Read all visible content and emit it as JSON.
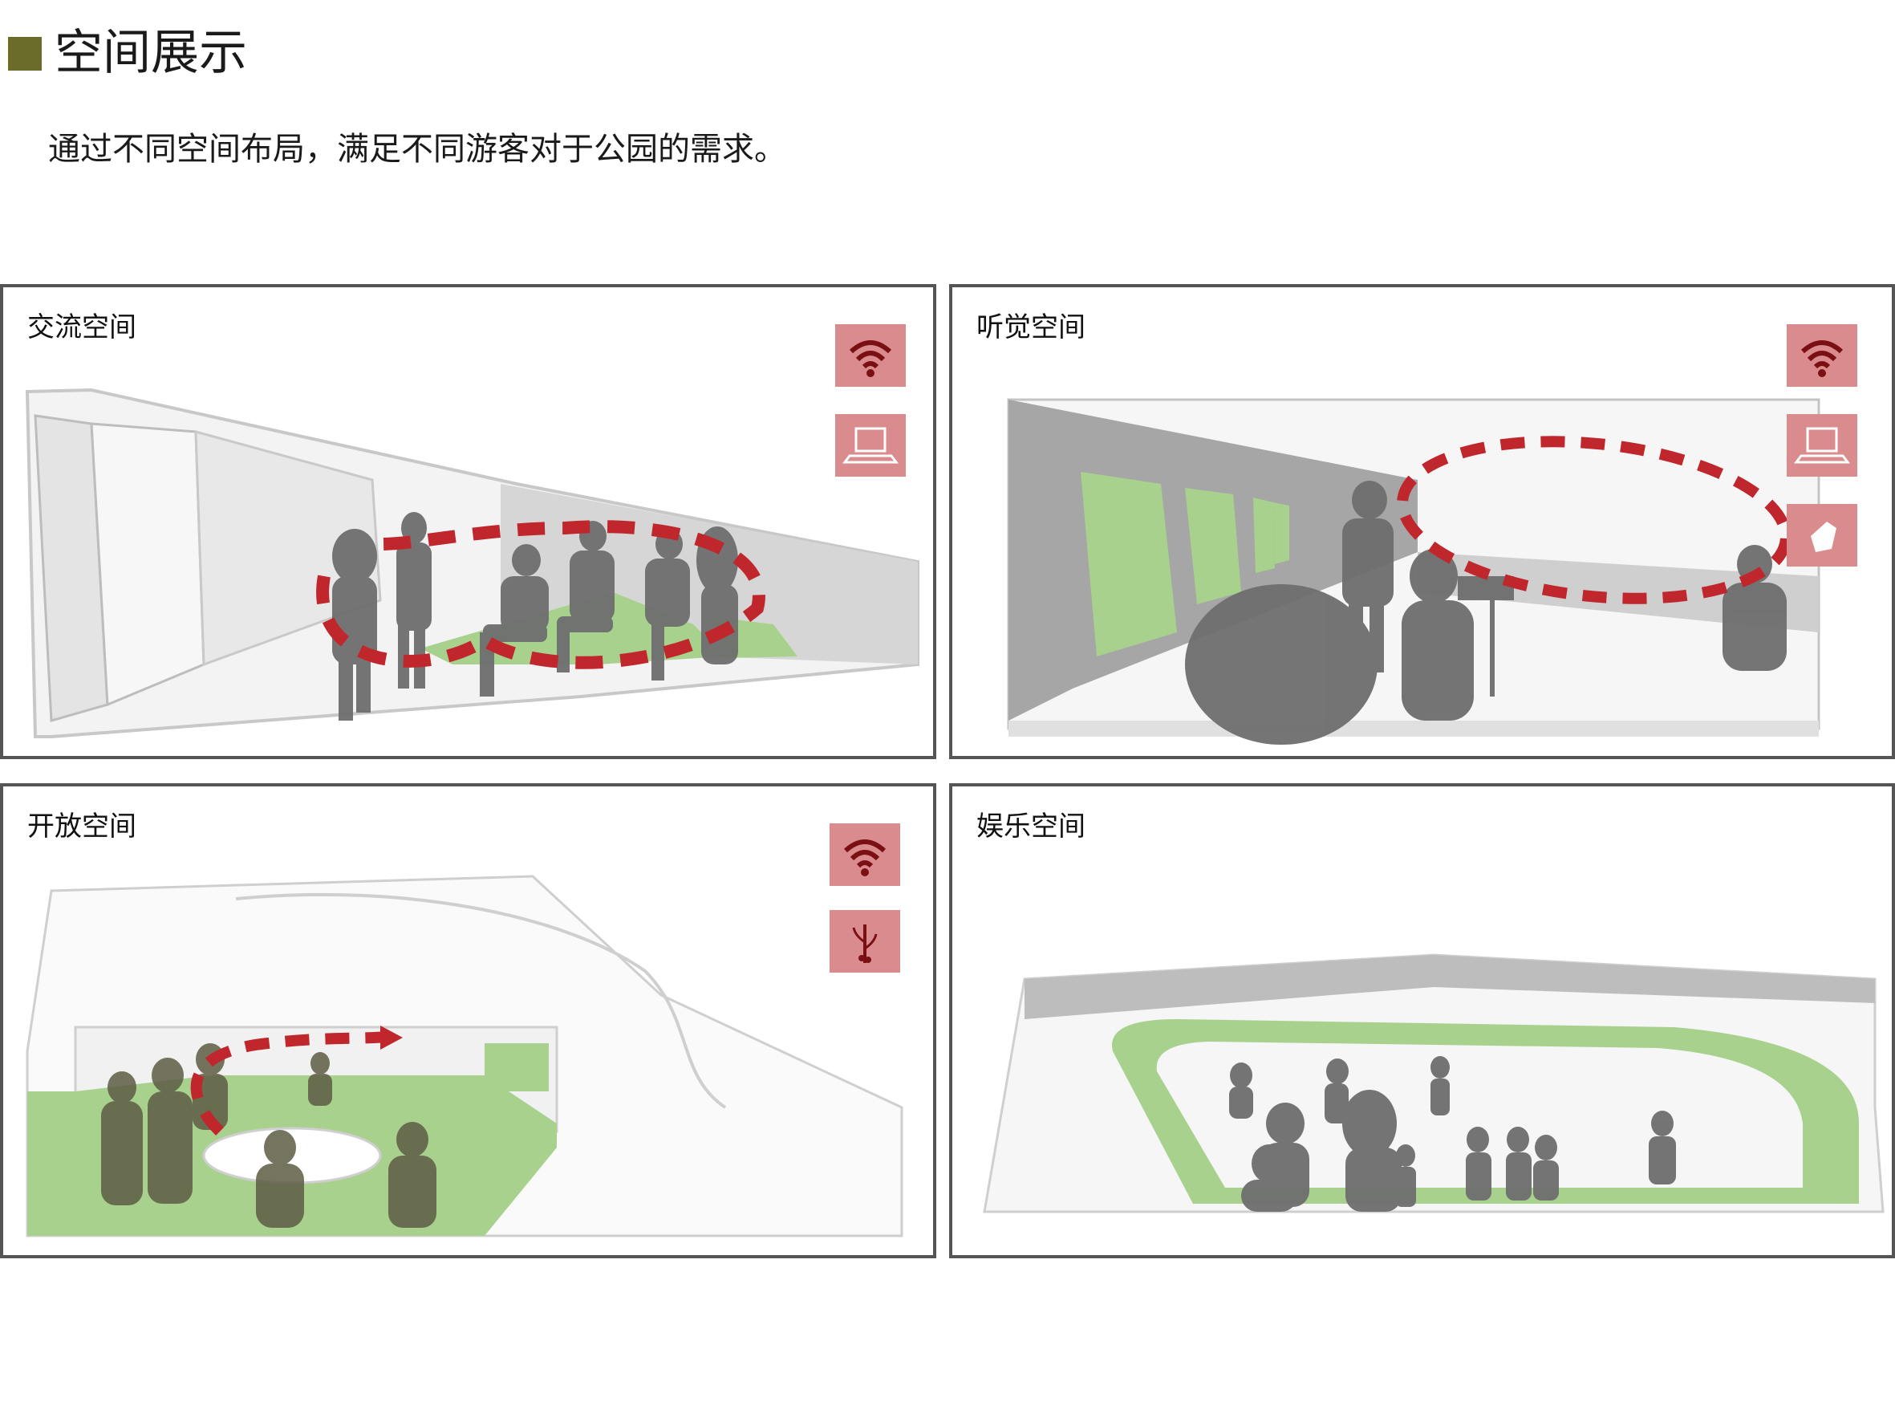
{
  "header": {
    "title": "空间展示",
    "subtitle": "通过不同空间布局，满足不同游客对于公园的需求。"
  },
  "colors": {
    "accent_square": "#6b6b2a",
    "icon_bg": "#d98b8e",
    "icon_fg": "#7a0f14",
    "green": "#a9d18e",
    "silhouette": "#6e6e6e",
    "route_dash": "#c0272d"
  },
  "panels": [
    {
      "label": "交流空间",
      "icons": [
        "wifi-icon",
        "laptop-icon"
      ]
    },
    {
      "label": "听觉空间",
      "icons": [
        "wifi-icon",
        "laptop-icon",
        "speaker-icon"
      ]
    },
    {
      "label": "开放空间",
      "icons": [
        "wifi-icon",
        "plant-icon"
      ]
    },
    {
      "label": "娱乐空间",
      "icons": []
    }
  ]
}
